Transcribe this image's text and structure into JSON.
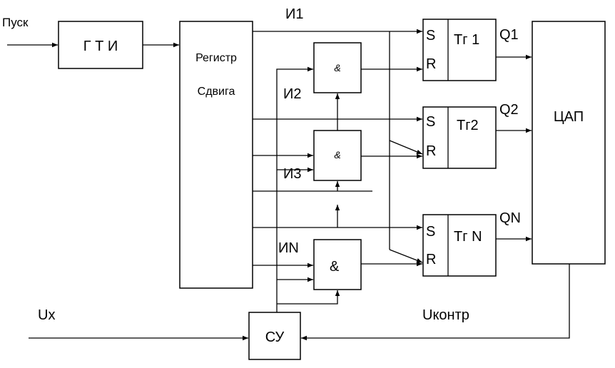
{
  "labels": {
    "start": "Пуск",
    "gti": "Г Т И",
    "register_line1": "Регистр",
    "register_line2": "Сдвига",
    "dac": "ЦАП",
    "control": "СУ",
    "ux": "Uх",
    "ucontrol": "Uконтр"
  },
  "and_gates": [
    {
      "name": "И1"
    },
    {
      "name": "И2",
      "symbol": "&"
    },
    {
      "name": "И3",
      "symbol": "&"
    },
    {
      "name": "ИN",
      "symbol": "&"
    }
  ],
  "triggers": [
    {
      "name": "Тг 1",
      "s": "S",
      "r": "R",
      "output": "Q1"
    },
    {
      "name": "Тг2",
      "s": "S",
      "r": "R",
      "output": "Q2"
    },
    {
      "name": "Тг N",
      "s": "S",
      "r": "R",
      "output": "QN"
    }
  ]
}
